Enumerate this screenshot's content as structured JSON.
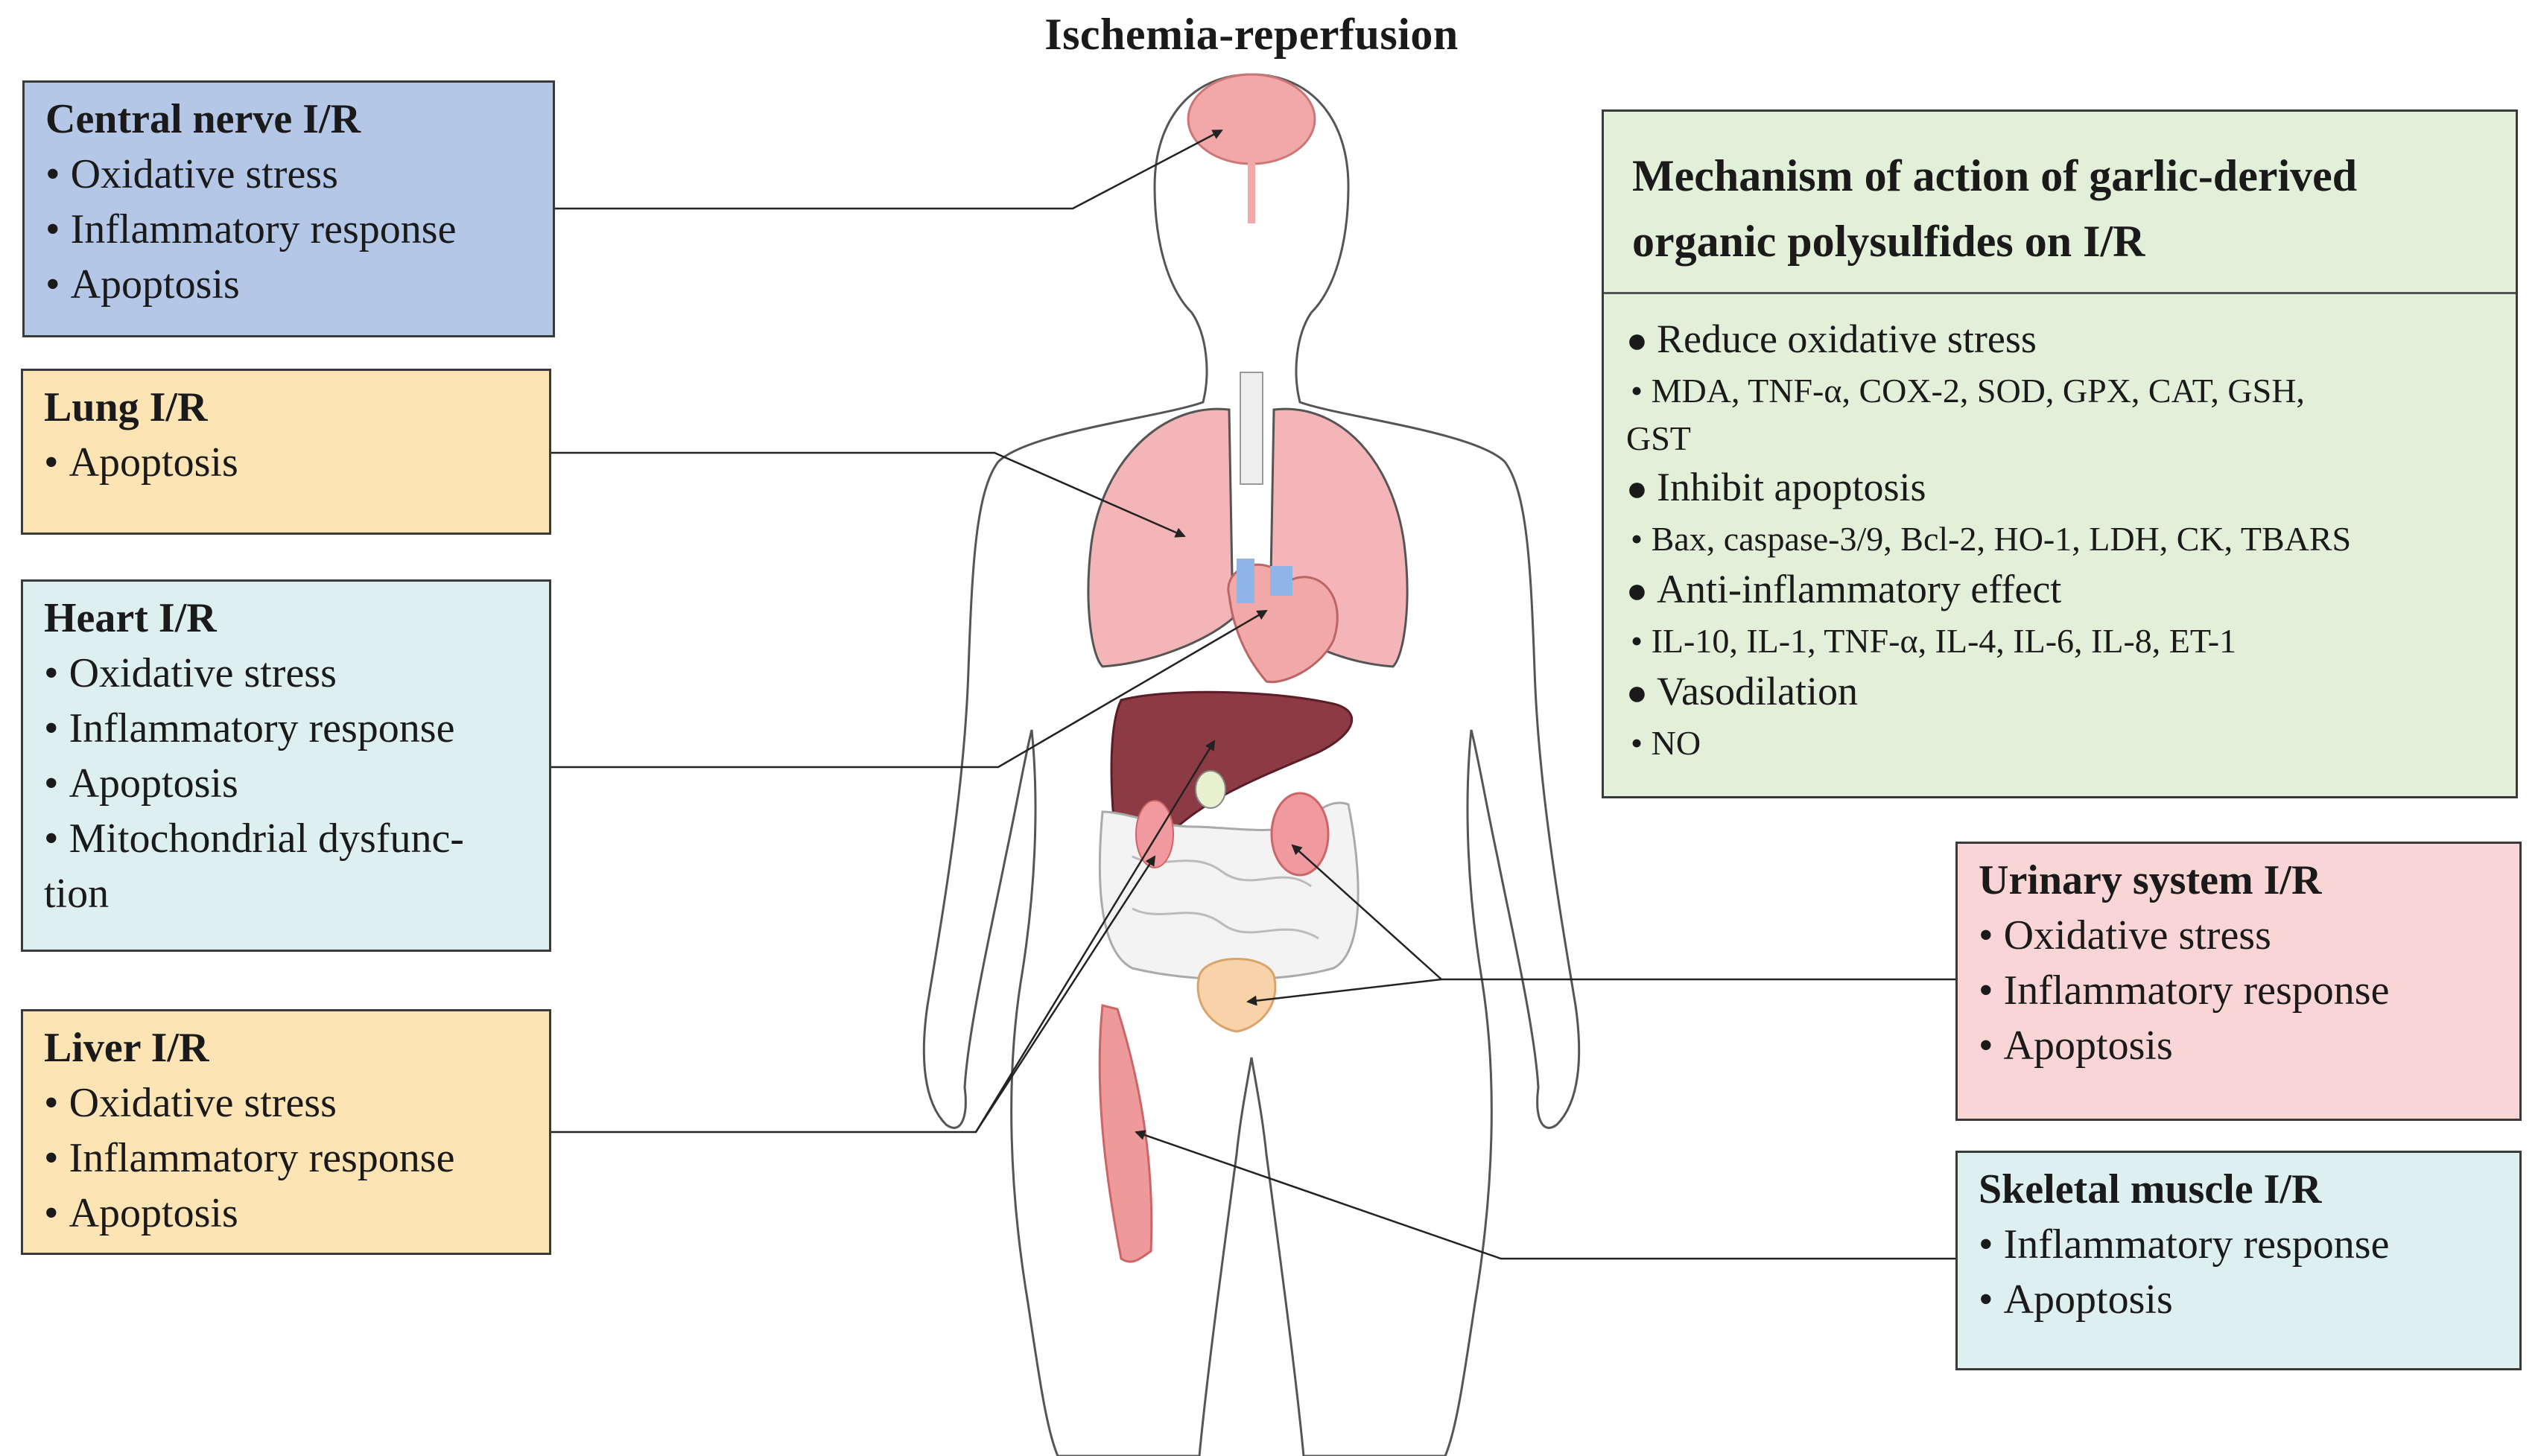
{
  "title": "Ischemia-reperfusion",
  "organs": {
    "central_nerve": {
      "heading": "Central nerve I/R",
      "items": [
        "Oxidative stress",
        "Inflammatory response",
        "Apoptosis"
      ]
    },
    "lung": {
      "heading": "Lung I/R",
      "items": [
        "Apoptosis"
      ]
    },
    "heart": {
      "heading": "Heart I/R",
      "items": [
        "Oxidative stress",
        "Inflammatory response",
        "Apoptosis",
        "Mitochondrial dysfunc-",
        "tion"
      ]
    },
    "liver": {
      "heading": "Liver I/R",
      "items": [
        "Oxidative stress",
        "Inflammatory response",
        "Apoptosis"
      ]
    },
    "urinary": {
      "heading": "Urinary system I/R",
      "items": [
        "Oxidative stress",
        "Inflammatory response",
        "Apoptosis"
      ]
    },
    "skeletal": {
      "heading": "Skeletal muscle I/R",
      "items": [
        "Inflammatory response",
        "Apoptosis"
      ]
    }
  },
  "mechanism": {
    "heading_line1": "Mechanism of action of garlic-derived",
    "heading_line2": "organic polysulfides on I/R",
    "sections": [
      {
        "label": "Reduce oxidative stress",
        "detail": "MDA, TNF-α, COX-2, SOD, GPX, CAT, GSH,",
        "detail2": "GST"
      },
      {
        "label": "Inhibit apoptosis",
        "detail": "Bax, caspase-3/9, Bcl-2, HO-1, LDH, CK, TBARS"
      },
      {
        "label": "Anti-inflammatory effect",
        "detail": "IL-10, IL-1, TNF-α, IL-4, IL-6, IL-8, ET-1"
      },
      {
        "label": "Vasodilation",
        "detail": "NO"
      }
    ]
  },
  "colors": {
    "central_nerve": "#b4c7e7",
    "lung": "#fde4b4",
    "heart": "#ddf0ef",
    "liver": "#fde4b4",
    "urinary": "#f9d6d5",
    "skeletal": "#ddf0ef",
    "mechanism": "#e2efd9"
  }
}
